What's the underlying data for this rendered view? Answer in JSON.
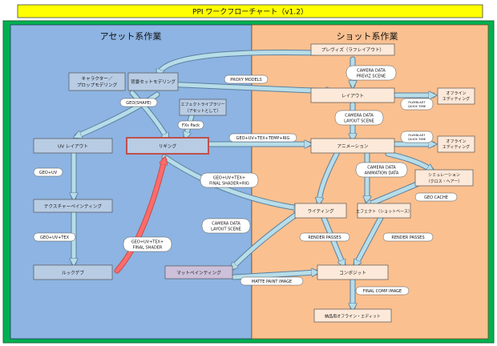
{
  "title": "PPI ワークフローチャート（v1.2）",
  "sections": {
    "asset": "アセット系作業",
    "shot": "ショット系作業"
  },
  "colors": {
    "title_bg": "#ffff00",
    "frame_bg": "#00b050",
    "asset_bg": "#8db4e2",
    "shot_bg": "#fac090",
    "asset_box": "#b8cce4",
    "shot_box": "#fde9d9",
    "matte_box": "#ccc0da",
    "arrow": "#b7dde8",
    "red_arrow": "#ff6b6b",
    "rig_border": "#c0504d"
  },
  "nodes": {
    "previs": "プレヴィズ（ラフレイアウト）",
    "char": "キャラクター／プロップモデリング",
    "bg": "背景セットモデリング",
    "layout": "レイアウト",
    "offline1": "オフライン エディティング",
    "effect_lib": "エフェクトライブラリー（アセットとして）",
    "uv": "UV レイアウト",
    "rigging": "リギング",
    "animation": "アニメーション",
    "offline2": "オフライン エディティング",
    "sim": "シミュレーション（クロス・ヘアー）",
    "texture": "テクスチャーペインティング",
    "lighting": "ライティング",
    "effect_shot": "エフェクト（ショットベース）",
    "lookdev": "ルックデブ",
    "matte": "マットペインティング",
    "composite": "コンポジット",
    "delivery": "納品用オフライン・エディット"
  },
  "labels": {
    "cam_previz": "CAMERA DATA PREVIZ SCENE",
    "proxy": "PROXY MODELS",
    "geo_shape": "GEO(SHAPE)",
    "playblast1": "PLAYBLAST QUICK TIME",
    "fxs_pack": "FXs Pack",
    "cam_layout": "CAMERA DATA LAYOUT SCENE",
    "geo_uv_tex_temp_rig": "GEO+UV+TEX+TEMP+RIG",
    "playblast2": "PLAYBLAST QUICK TIME",
    "geo_uv": "GEO+UV",
    "cam_anim": "CAMERA DATA ANIMATION DATA",
    "geo_final_rig": "GEO+UV+TEX+ FINAL SHADER+RIG",
    "geo_cache": "GEO CACHE",
    "cam_layout2": "CAMERA DATA LAYOUT SCENE",
    "geo_uv_tex": "GEO+UV+TEX",
    "geo_final_shader": "GEO+UV+TEX+ FINAL SHADER",
    "render1": "RENDER PASSES",
    "render2": "RENDER PASSES",
    "matte_image": "MATTE PAINT IMAGE",
    "final_comp": "FINAL COMP IMAGE"
  }
}
